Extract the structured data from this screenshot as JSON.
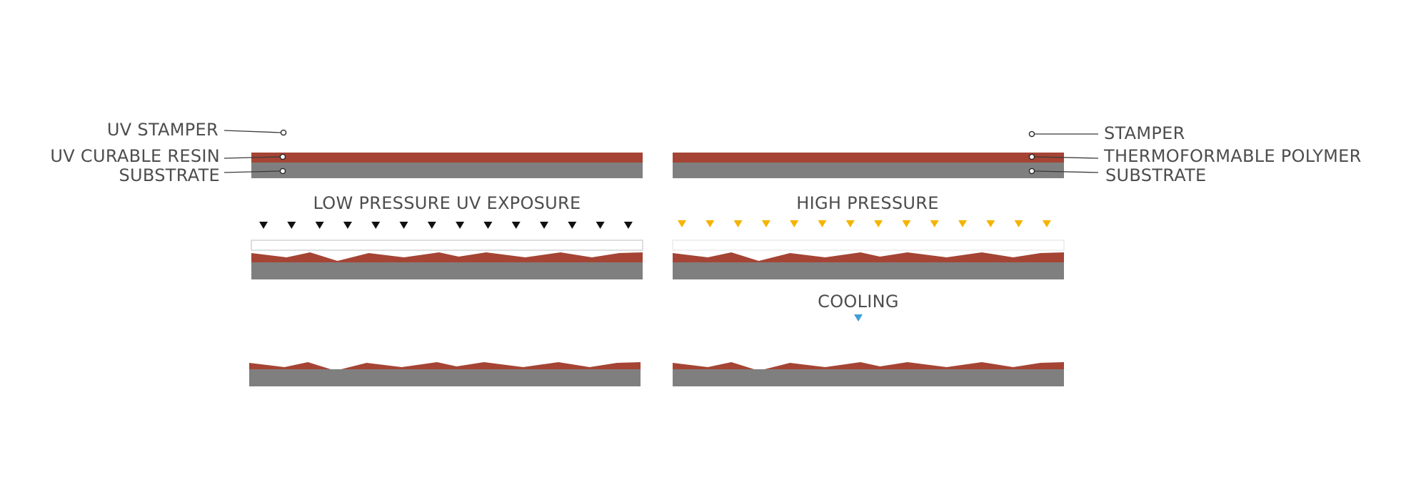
{
  "colors": {
    "resin": "#a54434",
    "substrate": "#7f7f7f",
    "uv_arrow": "#111111",
    "pressure_arrow": "#f4b400",
    "cooling_arrow": "#3f9fd8",
    "text": "#4d4d4d"
  },
  "left_process": {
    "labels": {
      "stamper": "UV STAMPER",
      "resin": "UV CURABLE RESIN",
      "substrate": "SUBSTRATE"
    },
    "step_label": "LOW PRESSURE UV EXPOSURE"
  },
  "right_process": {
    "labels": {
      "stamper": "STAMPER",
      "polymer": "THERMOFORMABLE POLYMER",
      "substrate": "SUBSTRATE"
    },
    "step_label": "HIGH PRESSURE",
    "cooling_label": "COOLING"
  },
  "icons": {
    "uv_exposure": "down-triangle-arrow-icon",
    "pressure": "down-triangle-arrow-icon",
    "cooling": "down-triangle-arrow-icon",
    "callout": "circle-marker-icon"
  }
}
